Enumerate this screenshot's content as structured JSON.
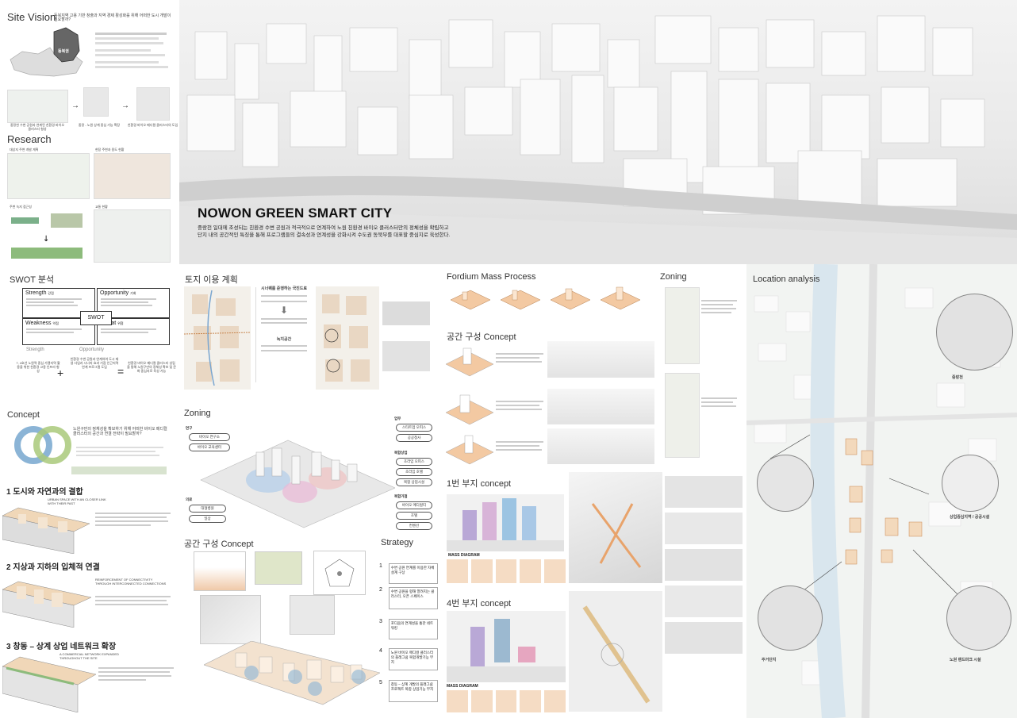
{
  "hero": {
    "title": "NOWON GREEN SMART CITY",
    "subtitle_1": "중랑천 일대에 조성되는 친환경 수변 공원과 적극적으로 연계하여 노원 친환경 바이오 클러스터만의 정체성을 확립하고",
    "subtitle_2": "단지 내의 공간적인 특징을 통해 프로그램들의 결속성과 연계성을 강화시켜 수도권 동북부를 대표할 중심지로 육성한다."
  },
  "site_vision": {
    "title": "Site Vision",
    "question": "동북지역 고용 기반 창출과 지역 경제 활성화를 위해 어떠한 도시 개발이 필요할까?",
    "district": "동북권",
    "captions": [
      "중랑천 수변 공원과 연계된 친환경 바이오 클러스터 형성",
      "중랑 - 노원 상계 중심 기능 확장",
      "친환경 바이오 메디컬 클러스터의 도입"
    ]
  },
  "research": {
    "title": "Research",
    "labels": [
      "대상지 주변 개발 계획",
      "현장 주변과 용도 현황",
      "주변 녹지 접근성",
      "교통 현황"
    ]
  },
  "swot": {
    "title": "SWOT 분석",
    "strength": "Strength",
    "strength_ko": "강점",
    "opportunity": "Opportunity",
    "opportunity_ko": "기회",
    "weakness": "Weakness",
    "weakness_ko": "약점",
    "threat": "Threat",
    "threat_ko": "위협",
    "center": "SWOT",
    "s_label": "Strength",
    "o_label": "Opportunity",
    "result_left": "7, 4호선 노원역 중심 가맹지역 활용을 위한 친환경 고용 인프라 형성",
    "result_mid": "친환경 수변 공원과 연계하여 도시 재생 사업과 시너지 효과 거점 인근지역 연계 프로그램 도입",
    "result_right": "친환경 바이오 메디컬 클러스터 성립을 통해 노원구만의 정체성 확보 및 문화 중심지로 육성 가능"
  },
  "concept": {
    "title": "Concept",
    "intro": "노원구만의 정체성을 확보하기 위해 어떠한 바이오 메디컬 클러스터의 공간과 연결 전략이 필요할까?",
    "item1": "1 도시와 자연과의 결합",
    "item1_en": "URBAN SPACE WITH AN CLOSER LINK WITH THEIR PAST",
    "item2": "2 지상과 지하의 입체적 연결",
    "item2_en": "REINFORCEMENT OF CONNECTIVITY THROUGH INTERCONNECTED CONNECTIONS",
    "item3": "3 창동 – 상계 상업 네트워크 확장",
    "item3_en": "A COMMERCIAL NETWORK EXPANDED THROUGHOUT THE SITE"
  },
  "land_use": {
    "title": "토지 이용 계획",
    "label1": "시너퀘를 준행하는 국친드료",
    "label2": "녹지공간"
  },
  "zoning_mid": {
    "title": "Zoning",
    "tags": [
      "연구",
      "바이오 연구소",
      "바이오 교육센터",
      "업무",
      "스타트업 오피스",
      "공공청사",
      "복합상업",
      "초라임 오피스",
      "초라임 호텔",
      "복합 상업시설",
      "복합거점",
      "바이오 메디컬티",
      "호텔",
      "컨벤션",
      "의료",
      "대형병원",
      "일상"
    ]
  },
  "space_concept_mid": {
    "title": "공간 구성 Concept"
  },
  "strategy": {
    "title": "Strategy",
    "items": [
      {
        "num": "1",
        "text": "수변 공원 연계를 이용한 자체 설계 구상"
      },
      {
        "num": "2",
        "text": "수변 공원을 향해 열려지는 클러스터, 오픈 스페이스"
      },
      {
        "num": "3",
        "text": "포디움의 연계성을 통한 네트워킹"
      },
      {
        "num": "4",
        "text": "노원 바이오 메디컬 클러스터의 플래그쉽 복합개발기능 부지"
      },
      {
        "num": "5",
        "text": "창동 – 상계 개발의 플래그쉽 프로젝트 복합 상업기능 부지"
      }
    ]
  },
  "fordium": {
    "title": "Fordium Mass Process",
    "space_title": "공간 구성 Concept",
    "site1": "1번 부지 concept",
    "site4": "4번 부지 concept",
    "mass_diagram": "MASS DIAGRAM"
  },
  "zoning_right": {
    "title": "Zoning"
  },
  "location": {
    "title": "Location analysis",
    "labels": [
      "중랑천",
      "상업중심지역 / 공공시설",
      "주거단지",
      "노원 랜드마크 시설"
    ]
  },
  "colors": {
    "accent_brown": "#c8864f",
    "green": "#7bb08a",
    "blue": "#8bb4d6",
    "water": "#d9e6ee"
  }
}
